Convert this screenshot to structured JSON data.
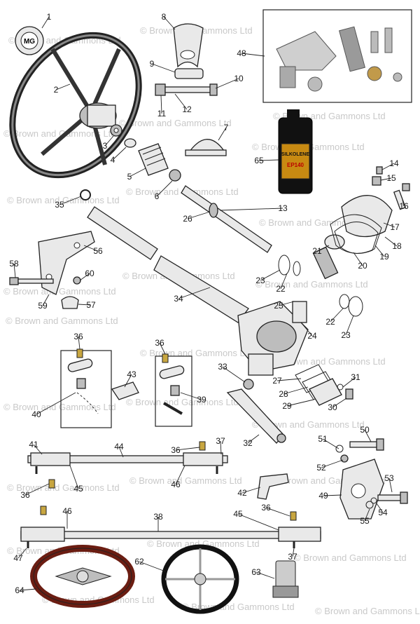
{
  "watermark": {
    "text": "© Brown and Gammons Ltd"
  },
  "bottle_label": {
    "line1": "SILKOLENE",
    "line2": "EP140"
  },
  "callouts": [
    {
      "id": "c1",
      "label": "1"
    },
    {
      "id": "c2",
      "label": "2"
    },
    {
      "id": "c3",
      "label": "3"
    },
    {
      "id": "c4",
      "label": "4"
    },
    {
      "id": "c5",
      "label": "5"
    },
    {
      "id": "c6",
      "label": "6"
    },
    {
      "id": "c7",
      "label": "7"
    },
    {
      "id": "c8",
      "label": "8"
    },
    {
      "id": "c9",
      "label": "9"
    },
    {
      "id": "c10",
      "label": "10"
    },
    {
      "id": "c11",
      "label": "11"
    },
    {
      "id": "c12",
      "label": "12"
    },
    {
      "id": "c13",
      "label": "13"
    },
    {
      "id": "c14",
      "label": "14"
    },
    {
      "id": "c15",
      "label": "15"
    },
    {
      "id": "c16",
      "label": "16"
    },
    {
      "id": "c17",
      "label": "17"
    },
    {
      "id": "c18",
      "label": "18"
    },
    {
      "id": "c19",
      "label": "19"
    },
    {
      "id": "c20",
      "label": "20"
    },
    {
      "id": "c21",
      "label": "21"
    },
    {
      "id": "c22a",
      "label": "22"
    },
    {
      "id": "c22b",
      "label": "22"
    },
    {
      "id": "c23a",
      "label": "23"
    },
    {
      "id": "c23b",
      "label": "23"
    },
    {
      "id": "c24",
      "label": "24"
    },
    {
      "id": "c25",
      "label": "25"
    },
    {
      "id": "c26",
      "label": "26"
    },
    {
      "id": "c27",
      "label": "27"
    },
    {
      "id": "c28",
      "label": "28"
    },
    {
      "id": "c29",
      "label": "29"
    },
    {
      "id": "c30",
      "label": "30"
    },
    {
      "id": "c31",
      "label": "31"
    },
    {
      "id": "c32",
      "label": "32"
    },
    {
      "id": "c33",
      "label": "33"
    },
    {
      "id": "c34",
      "label": "34"
    },
    {
      "id": "c35",
      "label": "35"
    },
    {
      "id": "c36a",
      "label": "36"
    },
    {
      "id": "c36b",
      "label": "36"
    },
    {
      "id": "c36c",
      "label": "36"
    },
    {
      "id": "c36d",
      "label": "36"
    },
    {
      "id": "c36e",
      "label": "36"
    },
    {
      "id": "c37a",
      "label": "37"
    },
    {
      "id": "c37b",
      "label": "37"
    },
    {
      "id": "c38",
      "label": "38"
    },
    {
      "id": "c39",
      "label": "39"
    },
    {
      "id": "c40",
      "label": "40"
    },
    {
      "id": "c41",
      "label": "41"
    },
    {
      "id": "c42",
      "label": "42"
    },
    {
      "id": "c43",
      "label": "43"
    },
    {
      "id": "c44",
      "label": "44"
    },
    {
      "id": "c45a",
      "label": "45"
    },
    {
      "id": "c45b",
      "label": "45"
    },
    {
      "id": "c46a",
      "label": "46"
    },
    {
      "id": "c46b",
      "label": "46"
    },
    {
      "id": "c47",
      "label": "47"
    },
    {
      "id": "c48",
      "label": "48"
    },
    {
      "id": "c49",
      "label": "49"
    },
    {
      "id": "c50",
      "label": "50"
    },
    {
      "id": "c51",
      "label": "51"
    },
    {
      "id": "c52",
      "label": "52"
    },
    {
      "id": "c53",
      "label": "53"
    },
    {
      "id": "c54",
      "label": "54"
    },
    {
      "id": "c55",
      "label": "55"
    },
    {
      "id": "c56",
      "label": "56"
    },
    {
      "id": "c57",
      "label": "57"
    },
    {
      "id": "c58",
      "label": "58"
    },
    {
      "id": "c59",
      "label": "59"
    },
    {
      "id": "c60",
      "label": "60"
    },
    {
      "id": "c62",
      "label": "62"
    },
    {
      "id": "c63",
      "label": "63"
    },
    {
      "id": "c64",
      "label": "64"
    },
    {
      "id": "c65",
      "label": "65"
    }
  ]
}
